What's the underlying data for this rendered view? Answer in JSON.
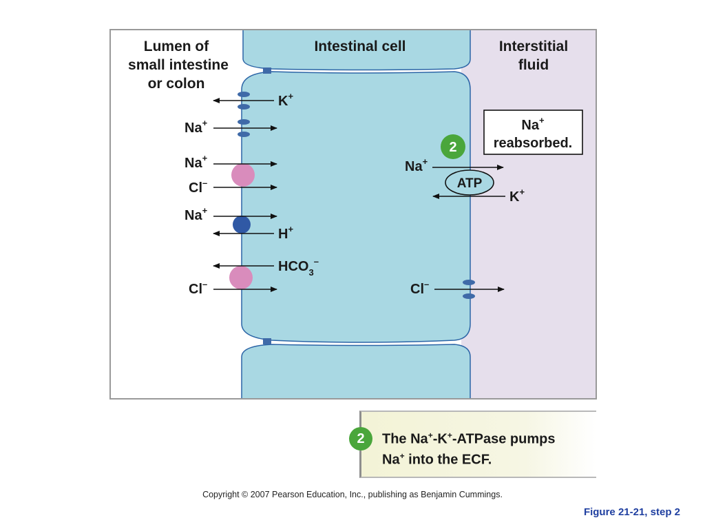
{
  "regions": {
    "lumen_lines": [
      "Lumen of",
      "small intestine",
      "or colon"
    ],
    "cell": "Intestinal cell",
    "interstitial_lines": [
      "Interstitial",
      "fluid"
    ]
  },
  "ions": {
    "na": "Na",
    "k": "K",
    "cl": "Cl",
    "h": "H",
    "hco3": "HCO",
    "hco3_sub": "3",
    "plus": "+",
    "minus": "–"
  },
  "step_badge": "2",
  "pump_label": "ATP",
  "result_box": {
    "line1": "Na",
    "line1_sup": "+",
    "line2": "reabsorbed."
  },
  "caption": {
    "badge": "2",
    "line1_a": "The Na",
    "sup_1": "+",
    "line1_b": "-K",
    "sup_2": "+",
    "line1_c": "-ATPase pumps",
    "line2_a": "Na",
    "sup_3": "+",
    "line2_b": " into the ECF."
  },
  "copyright": "Copyright © 2007 Pearson Education, Inc., publishing as Benjamin Cummings.",
  "figure_label": "Figure 21-21, step 2",
  "colors": {
    "cell_fill": "#a9d8e3",
    "cell_stroke": "#2b64a6",
    "interstitial": "#e6dfec",
    "transporter_pink": "#d98cbc",
    "transporter_blue": "#3059a5",
    "channel": "#3f6aa8",
    "badge_green": "#4aa63b",
    "figure_label": "#1f3fa0"
  }
}
